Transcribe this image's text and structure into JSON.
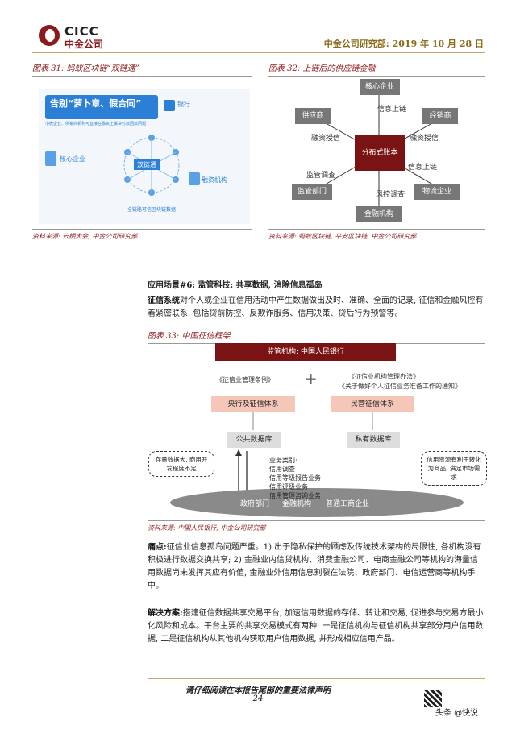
{
  "header": {
    "logo_en": "CICC",
    "logo_cn": "中金公司",
    "report_info": "中金公司研究部: 2019 年 10 月 28 日"
  },
  "figure31": {
    "title": "图表 31: 蚂蚁区块链“双链通”",
    "banner_title": "告别“萝卜章、假合同”",
    "banner_sub": "小微企业、供销商机构可直接在融资上解决付款回款问题",
    "bank_label": "银行",
    "core_label": "核心企业",
    "center_label": "双链通",
    "finance_label": "融资机构",
    "bottom_center": "全链路可信区块链数据",
    "source": "资料来源: 云栖大会, 中金公司研究部"
  },
  "figure32": {
    "title": "图表 32: 上链后的供应链金融",
    "center": "分布式账本",
    "nodes": {
      "top": "核心企业",
      "top_left": "供应商",
      "top_right": "经销商",
      "bottom_left": "监管部门",
      "bottom_right": "物流企业",
      "bottom": "金融机构"
    },
    "edges": {
      "top": "信息上链",
      "top_left": "融资授信",
      "top_right": "融资授信",
      "bottom_left": "监管调查",
      "bottom_right": "信息上链",
      "bottom": "风控调查"
    },
    "source": "资料来源: 蚂蚁区块链, 平安区块链, 中金公司研究部"
  },
  "section": {
    "heading": "应用场景#6: 监管科技: 共享数据, 消除信息孤岛",
    "intro_bold": "征信系统",
    "intro_text": "对个人或企业在信用活动中产生数据做出及时、准确、全面的记录, 征信和金融风控有着紧密联系, 包括贷前防控、反欺诈服务、信用决策、贷后行为预警等。"
  },
  "figure33": {
    "title": "图表 33: 中国征信框架",
    "top_box": "监管机构: 中国人民银行",
    "plus": "+",
    "law_left": "《征信业管理条例》",
    "law_right_1": "《征信业机构管理办法》",
    "law_right_2": "《关于做好个人征信业务准备工作的通知》",
    "system_left": "央行及征信体系",
    "system_right": "民营征信体系",
    "db_public": "公共数据库",
    "db_private": "私有数据库",
    "bubble_left": "存量数据大, 商用开发程度不足",
    "bubble_right": "信用资源有利于转化为商品, 满足市场需求",
    "business_title": "业务类别:",
    "business_items": [
      "信用调查",
      "信用等级报告业务",
      "信用评级业务",
      "信用管理咨询业务"
    ],
    "ellipse_items": [
      "政府部门",
      "金融机构",
      "普通工商企业"
    ],
    "source": "资料来源: 中国人民银行, 中金公司研究部"
  },
  "pain": {
    "label": "痛点:",
    "text": "征信业信息孤岛问题严重。1) 出于隐私保护的顾虑及传统技术架构的局限性, 各机构没有积极进行数据交换共享; 2) 金融业内信贷机构、消费金融公司、电商金融公司等机构的海量信用数据尚未发挥其应有价值, 金融业外信用信息割裂在法院、政府部门、电信运营商等机构手中。"
  },
  "solution": {
    "label": "解决方案:",
    "text": "搭建征信数据共享交易平台, 加速信用数据的存储、转让和交易, 促进参与交易方最小化风险和成本。平台主要的共享交易模式有两种: 一是征信机构与征信机构共享部分用户信用数据, 二是征信机构从其他机构获取用户信用数据, 并形成相应信用产品。"
  },
  "footer": {
    "disclaimer": "请仔细阅读在本报告尾部的重要法律声明",
    "page": "24",
    "watermark": "头条 @快说"
  },
  "colors": {
    "brand_red": "#8b1a1a",
    "gold": "#c9a66b",
    "pink": "#f4c7b8",
    "gray": "#777777"
  }
}
